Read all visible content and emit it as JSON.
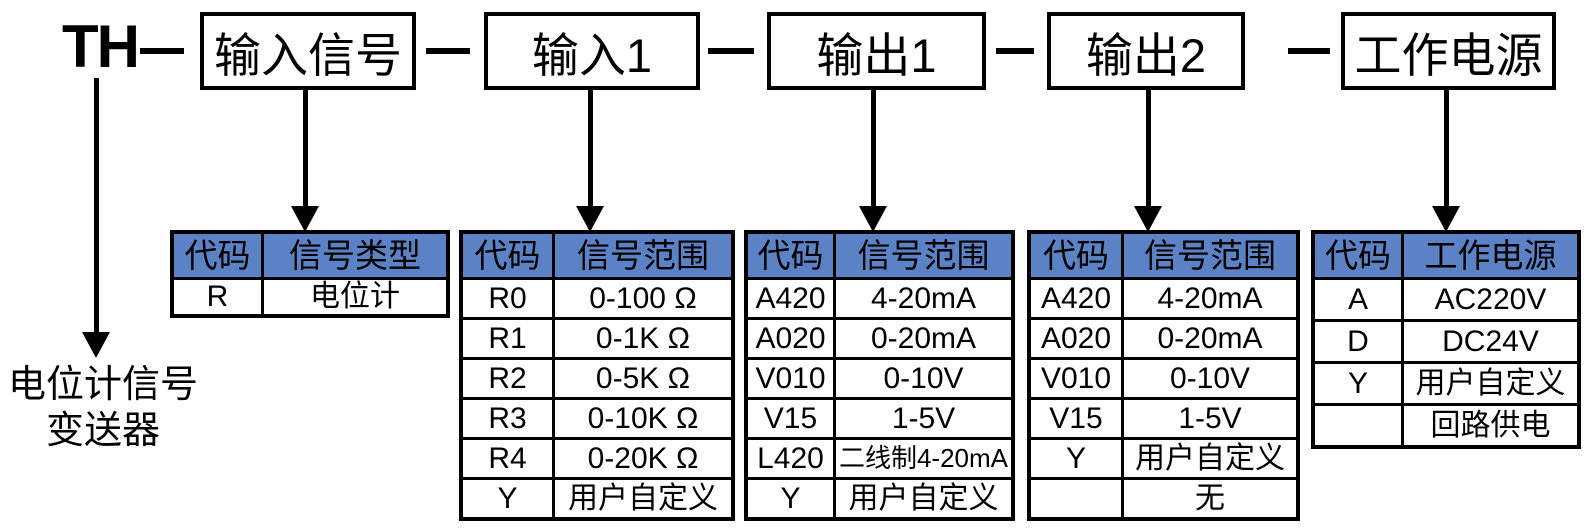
{
  "diagram": {
    "model_prefix": "TH",
    "separator": "—",
    "boxes": [
      "输入信号",
      "输入1",
      "输出1",
      "输出2",
      "工作电源"
    ],
    "prefix_note": [
      "电位计信号",
      "变送器"
    ],
    "tables": [
      {
        "headers": [
          "代码",
          "信号类型"
        ],
        "rows": [
          [
            "R",
            "电位计"
          ]
        ]
      },
      {
        "headers": [
          "代码",
          "信号范围"
        ],
        "rows": [
          [
            "R0",
            "0-100 Ω"
          ],
          [
            "R1",
            "0-1K Ω"
          ],
          [
            "R2",
            "0-5K Ω"
          ],
          [
            "R3",
            "0-10K Ω"
          ],
          [
            "R4",
            "0-20K Ω"
          ],
          [
            "Y",
            "用户自定义"
          ]
        ]
      },
      {
        "headers": [
          "代码",
          "信号范围"
        ],
        "rows": [
          [
            "A420",
            "4-20mA"
          ],
          [
            "A020",
            "0-20mA"
          ],
          [
            "V010",
            "0-10V"
          ],
          [
            "V15",
            "1-5V"
          ],
          [
            "L420",
            "二线制4-20mA"
          ],
          [
            "Y",
            "用户自定义"
          ]
        ]
      },
      {
        "headers": [
          "代码",
          "信号范围"
        ],
        "rows": [
          [
            "A420",
            "4-20mA"
          ],
          [
            "A020",
            "0-20mA"
          ],
          [
            "V010",
            "0-10V"
          ],
          [
            "V15",
            "1-5V"
          ],
          [
            "Y",
            "用户自定义"
          ],
          [
            "",
            "无"
          ]
        ]
      },
      {
        "headers": [
          "代码",
          "工作电源"
        ],
        "rows": [
          [
            "A",
            "AC220V"
          ],
          [
            "D",
            "DC24V"
          ],
          [
            "Y",
            "用户自定义"
          ],
          [
            "",
            "回路供电"
          ]
        ]
      }
    ],
    "colors": {
      "header_bg": "#5c82c6",
      "line": "#000000",
      "background": "#ffffff"
    }
  }
}
